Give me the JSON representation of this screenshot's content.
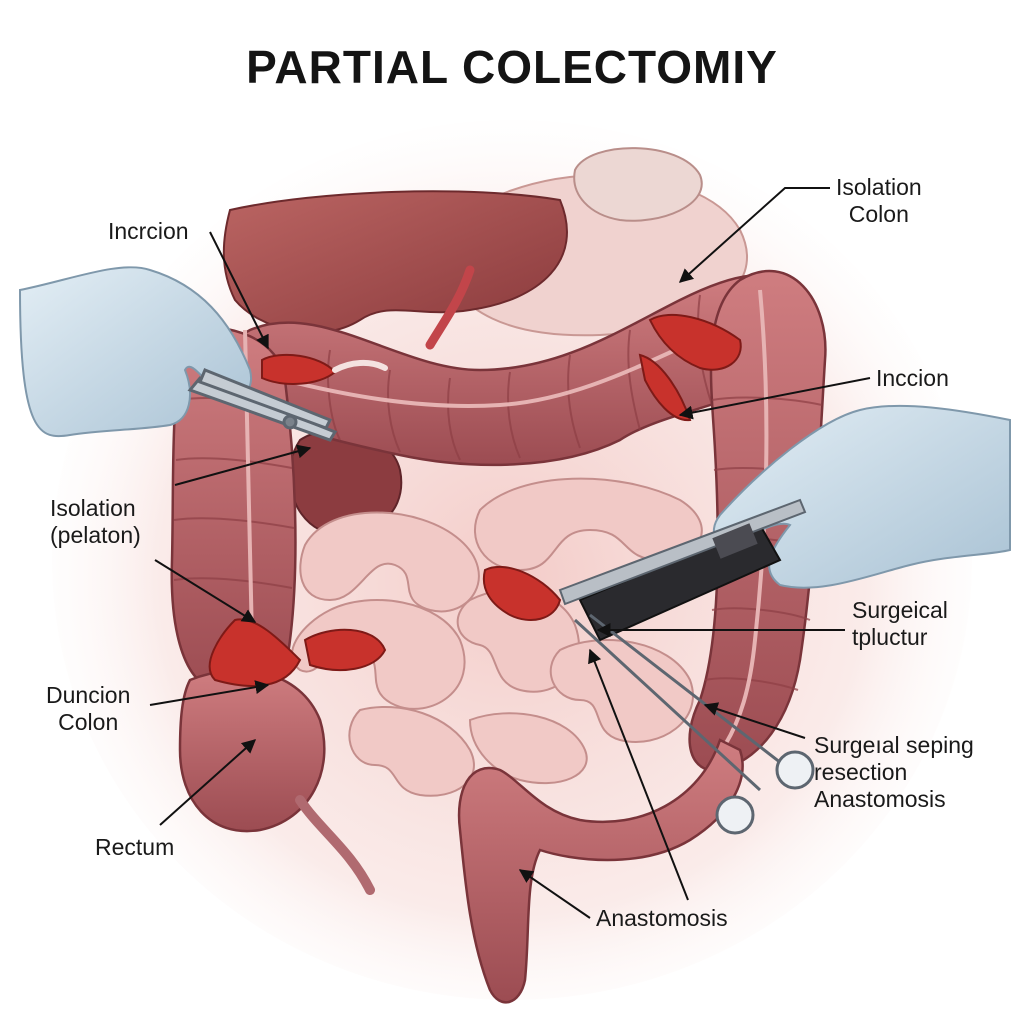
{
  "title": "PARTIAL COLECTOMIY",
  "labels": {
    "incision_left": "Incrcion",
    "isolation_colon": [
      "Isolation",
      "Colon"
    ],
    "incision_right": "Inccion",
    "isolation_pelaton": [
      "Isolation",
      "(pelaton)"
    ],
    "surgical_tplucture": [
      "Surgeical",
      "tpluctur"
    ],
    "duncion_colon": [
      "Duncion",
      "Colon"
    ],
    "surgical_seping": [
      "Surgeıal seping",
      "resection",
      "Anastomosis"
    ],
    "rectum": "Rectum",
    "anastomosis": "Anastomosis"
  },
  "colors": {
    "colon": "#b8646a",
    "colon_shadow": "#8e3f45",
    "small_bowel": "#f1c9c6",
    "liver": "#a65050",
    "lesion": "#c8322c",
    "glove": "#cfe0ec",
    "instrument": "#b9bfc6",
    "stapler": "#2a2a2e"
  }
}
